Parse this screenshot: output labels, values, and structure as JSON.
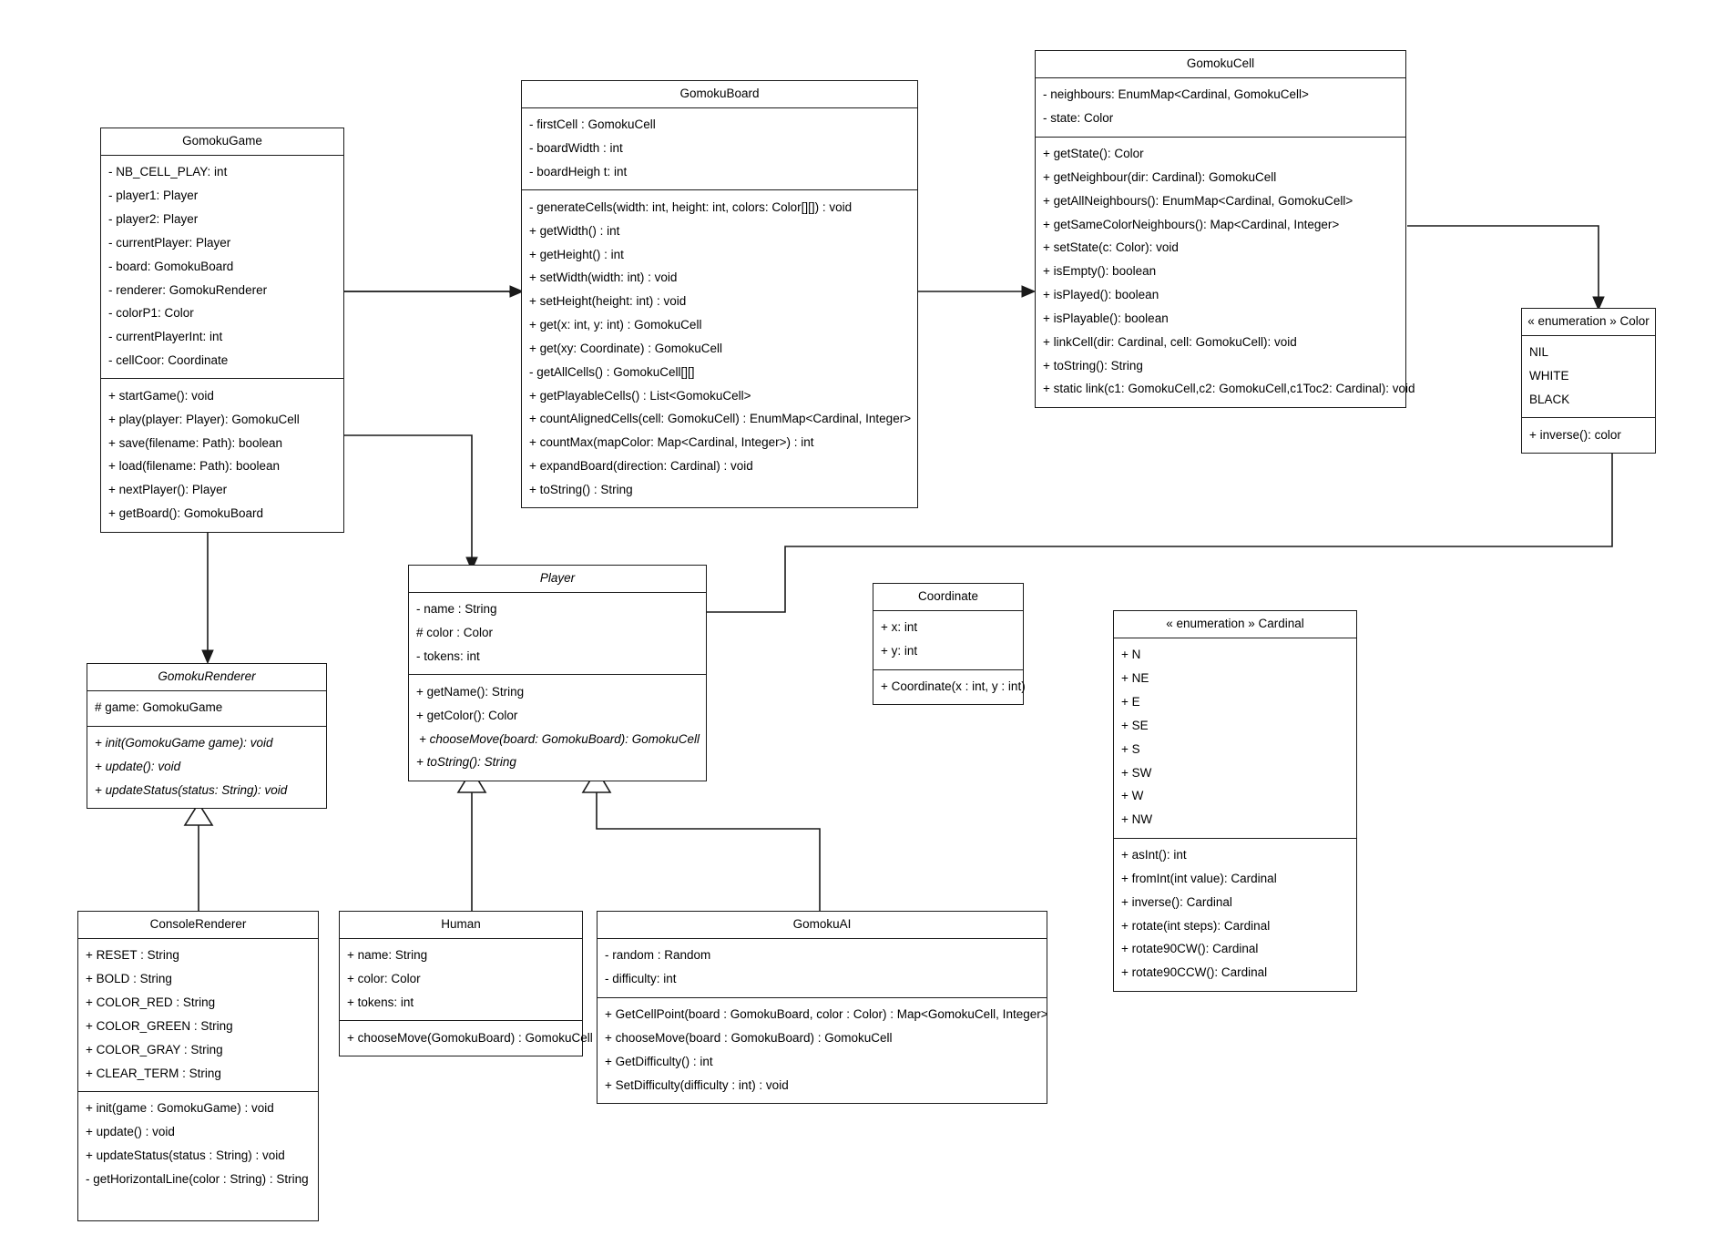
{
  "diagram": {
    "kind": "uml-class-diagram",
    "title": "Gomoku UML Class Diagram",
    "background": "#ffffff",
    "line_color": "#1a1a1a"
  },
  "classes": {
    "gomoku_game": {
      "name": "GomokuGame",
      "abstract": false,
      "attributes": [
        "- NB_CELL_PLAY: int",
        "- player1: Player",
        "- player2: Player",
        "- currentPlayer: Player",
        "- board: GomokuBoard",
        "- renderer: GomokuRenderer",
        "- colorP1: Color",
        "- currentPlayerInt: int",
        "- cellCoor: Coordinate"
      ],
      "methods": [
        "+ startGame(): void",
        "+ play(player: Player): GomokuCell",
        "+ save(filename: Path): boolean",
        "+ load(filename: Path): boolean",
        "+ nextPlayer(): Player",
        "+ getBoard(): GomokuBoard"
      ]
    },
    "gomoku_board": {
      "name": "GomokuBoard",
      "abstract": false,
      "attributes": [
        "- firstCell : GomokuCell",
        "- boardWidth : int",
        "- boardHeigh t: int"
      ],
      "methods": [
        "- generateCells(width: int, height: int, colors: Color[][]) : void",
        "+ getWidth() : int",
        "+ getHeight() : int",
        "+ setWidth(width: int) : void",
        "+ setHeight(height: int) : void",
        "+ get(x: int, y: int) : GomokuCell",
        "+ get(xy: Coordinate) : GomokuCell",
        "- getAllCells() : GomokuCell[][]",
        "+ getPlayableCells() : List<GomokuCell>",
        "+ countAlignedCells(cell: GomokuCell) : EnumMap<Cardinal, Integer>",
        "+ countMax(mapColor: Map<Cardinal, Integer>) : int",
        "+ expandBoard(direction: Cardinal) : void",
        "+ toString() : String"
      ]
    },
    "gomoku_cell": {
      "name": "GomokuCell",
      "abstract": false,
      "attributes": [
        "- neighbours: EnumMap<Cardinal, GomokuCell>",
        "- state: Color"
      ],
      "methods": [
        "+ getState(): Color",
        "+ getNeighbour(dir: Cardinal): GomokuCell",
        "+ getAllNeighbours(): EnumMap<Cardinal, GomokuCell>",
        "+ getSameColorNeighbours(): Map<Cardinal, Integer>",
        "+ setState(c: Color): void",
        "+ isEmpty(): boolean",
        "+ isPlayed(): boolean",
        "+ isPlayable(): boolean",
        "+ linkCell(dir: Cardinal, cell: GomokuCell): void",
        "+ toString(): String",
        "+ static link(c1: GomokuCell,c2: GomokuCell,c1Toc2: Cardinal): void"
      ]
    },
    "color_enum": {
      "name": "« enumeration » Color",
      "abstract": false,
      "attributes": [
        "NIL",
        "WHITE",
        "BLACK"
      ],
      "methods": [
        "+ inverse(): color"
      ]
    },
    "player": {
      "name": "Player",
      "abstract": true,
      "attributes": [
        "- name : String",
        "# color : Color",
        "- tokens: int"
      ],
      "methods": [
        "+ getName(): String",
        "+ getColor(): Color",
        "+ chooseMove(board: GomokuBoard): GomokuCell",
        "+ toString(): String"
      ],
      "italic_methods": [
        2,
        3
      ]
    },
    "coordinate": {
      "name": "Coordinate",
      "abstract": false,
      "attributes": [
        "+ x: int",
        "+ y: int"
      ],
      "methods": [
        "+ Coordinate(x : int, y : int)"
      ]
    },
    "cardinal_enum": {
      "name": "« enumeration » Cardinal",
      "abstract": false,
      "attributes": [
        "+ N",
        "+ NE",
        "+ E",
        "+ SE",
        "+ S",
        "+ SW",
        "+ W",
        "+ NW"
      ],
      "methods": [
        "+ asInt(): int",
        "+ fromInt(int value): Cardinal",
        "+ inverse(): Cardinal",
        "+ rotate(int steps): Cardinal",
        "+ rotate90CW(): Cardinal",
        "+ rotate90CCW(): Cardinal"
      ]
    },
    "gomoku_renderer": {
      "name": "GomokuRenderer",
      "abstract": true,
      "attributes": [
        "# game: GomokuGame"
      ],
      "methods": [
        "+ init(GomokuGame game): void",
        "+ update(): void",
        "+ updateStatus(status: String): void"
      ]
    },
    "console_renderer": {
      "name": "ConsoleRenderer",
      "abstract": false,
      "attributes": [
        "+ RESET : String",
        "+ BOLD : String",
        "+ COLOR_RED : String",
        "+ COLOR_GREEN : String",
        "+ COLOR_GRAY : String",
        "+ CLEAR_TERM : String"
      ],
      "methods": [
        "+ init(game : GomokuGame) : void",
        "+ update() : void",
        "+ updateStatus(status : String) : void",
        "- getHorizontalLine(color : String) : String"
      ]
    },
    "human": {
      "name": "Human",
      "abstract": false,
      "attributes": [
        "+ name: String",
        "+ color: Color",
        "+ tokens: int"
      ],
      "methods": [
        "+ chooseMove(GomokuBoard) : GomokuCell"
      ]
    },
    "gomoku_ai": {
      "name": "GomokuAI",
      "abstract": false,
      "attributes": [
        "- random : Random",
        "- difficulty: int"
      ],
      "methods": [
        "+ GetCellPoint(board : GomokuBoard, color : Color) : Map<GomokuCell, Integer>",
        "+ chooseMove(board : GomokuBoard) : GomokuCell",
        "+ GetDifficulty() : int",
        "+ SetDifficulty(difficulty : int) : void"
      ]
    }
  },
  "relationships": [
    {
      "from": "gomoku_game",
      "to": "gomoku_board",
      "type": "association-directed"
    },
    {
      "from": "gomoku_board",
      "to": "gomoku_cell",
      "type": "association-directed"
    },
    {
      "from": "gomoku_cell",
      "to": "color_enum",
      "type": "association-directed"
    },
    {
      "from": "gomoku_game",
      "to": "gomoku_renderer",
      "type": "association-directed"
    },
    {
      "from": "gomoku_board",
      "to": "player",
      "type": "association-directed"
    },
    {
      "from": "player",
      "to": "color_enum",
      "type": "association-directed"
    },
    {
      "from": "console_renderer",
      "to": "gomoku_renderer",
      "type": "generalization"
    },
    {
      "from": "human",
      "to": "player",
      "type": "generalization"
    },
    {
      "from": "gomoku_ai",
      "to": "player",
      "type": "generalization"
    }
  ]
}
